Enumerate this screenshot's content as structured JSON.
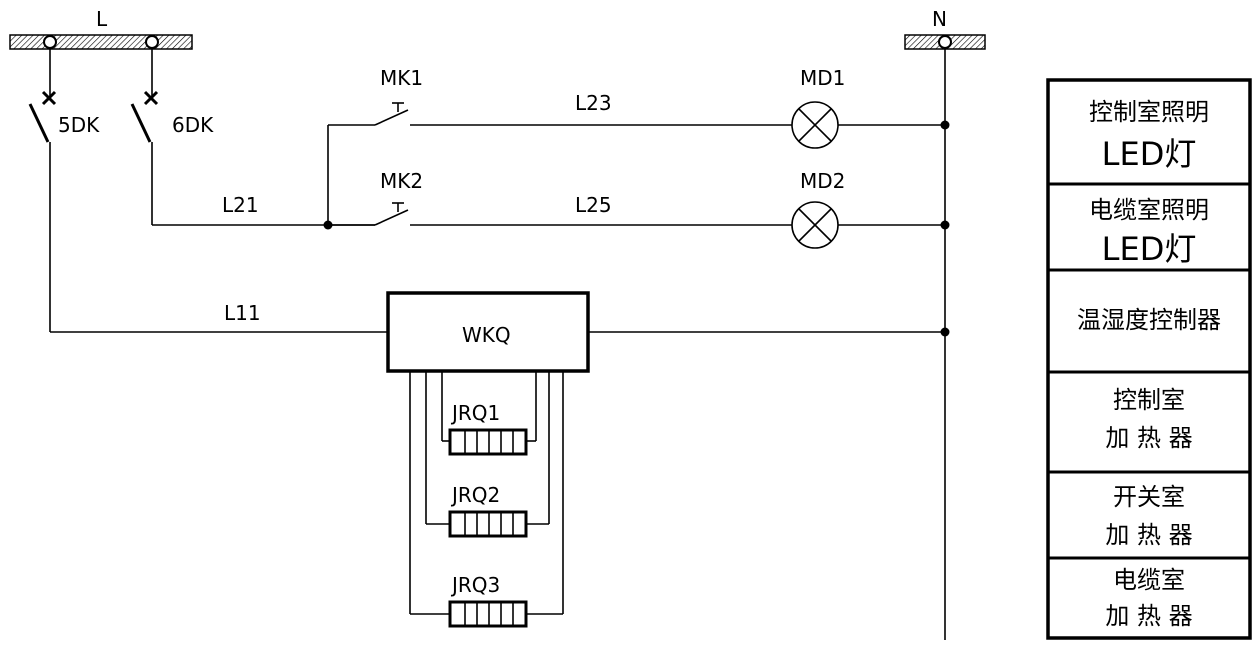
{
  "bus": {
    "line_label": "L",
    "neutral_label": "N"
  },
  "breakers": [
    {
      "label": "5DK"
    },
    {
      "label": "6DK"
    }
  ],
  "switches": [
    {
      "label": "MK1"
    },
    {
      "label": "MK2"
    }
  ],
  "lamps": [
    {
      "label": "MD1"
    },
    {
      "label": "MD2"
    }
  ],
  "wires": {
    "l11": "L11",
    "l21": "L21",
    "l23": "L23",
    "l25": "L25"
  },
  "controller": {
    "label": "WKQ"
  },
  "heaters": [
    {
      "label": "JRQ1"
    },
    {
      "label": "JRQ2"
    },
    {
      "label": "JRQ3"
    }
  ],
  "legend": [
    {
      "line1": "控制室照明",
      "line2": "LED灯"
    },
    {
      "line1": "电缆室照明",
      "line2": "LED灯"
    },
    {
      "line1": "温湿度控制器"
    },
    {
      "line1": "控制室",
      "line2": "加 热 器"
    },
    {
      "line1": "开关室",
      "line2": "加 热 器"
    },
    {
      "line1": "电缆室",
      "line2": "加 热 器"
    }
  ]
}
